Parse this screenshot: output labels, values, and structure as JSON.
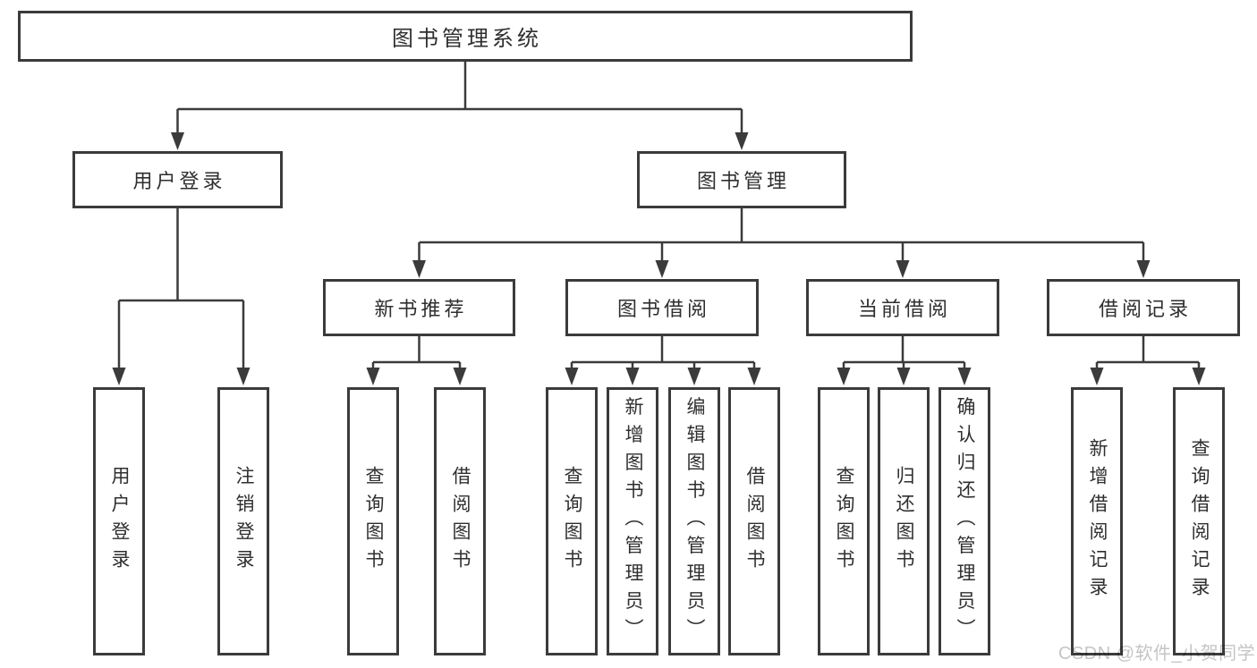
{
  "diagram": {
    "tree": {
      "label": "图书管理系统",
      "children": [
        {
          "label": "用户登录",
          "children": [
            {
              "label": "用户登录"
            },
            {
              "label": "注销登录"
            }
          ]
        },
        {
          "label": "图书管理",
          "children": [
            {
              "label": "新书推荐",
              "children": [
                {
                  "label": "查询图书"
                },
                {
                  "label": "借阅图书"
                }
              ]
            },
            {
              "label": "图书借阅",
              "children": [
                {
                  "label": "查询图书"
                },
                {
                  "label": "新增图书（管理员）"
                },
                {
                  "label": "编辑图书（管理员）"
                },
                {
                  "label": "借阅图书"
                }
              ]
            },
            {
              "label": "当前借阅",
              "children": [
                {
                  "label": "查询图书"
                },
                {
                  "label": "归还图书"
                },
                {
                  "label": "确认归还（管理员）"
                }
              ]
            },
            {
              "label": "借阅记录",
              "children": [
                {
                  "label": "新增借阅记录"
                },
                {
                  "label": "查询借阅记录"
                }
              ]
            }
          ]
        }
      ]
    },
    "watermark": "CSDN @软件_小贺同学",
    "colors": {
      "line": "#3b3b3b",
      "box_border": "#3b3b3b",
      "text": "#2f2f2f",
      "watermark": "#c5c5c5",
      "background": "#ffffff"
    }
  }
}
